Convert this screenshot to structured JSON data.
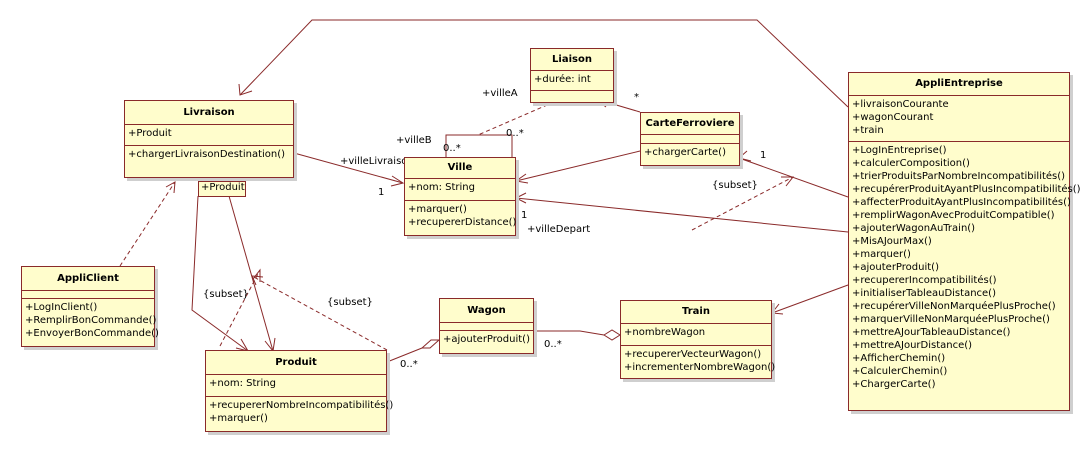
{
  "classes": {
    "livraison": {
      "name": "Livraison",
      "attributes": [
        "+Produit"
      ],
      "operations": [
        "+chargerLivraisonDestination()"
      ]
    },
    "liaison": {
      "name": "Liaison",
      "attributes": [
        "+durée: int"
      ],
      "operations": []
    },
    "carte": {
      "name": "CarteFerroviere",
      "operations": [
        "+chargerCarte()"
      ]
    },
    "ville": {
      "name": "Ville",
      "attributes": [
        "+nom: String"
      ],
      "operations": [
        "+marquer()",
        "+recupererDistance()"
      ]
    },
    "appliclient": {
      "name": "AppliClient",
      "operations": [
        "+LogInClient()",
        "+RemplirBonCommande()",
        "+EnvoyerBonCommande()"
      ]
    },
    "produit": {
      "name": "Produit",
      "attributes": [
        "+nom: String"
      ],
      "operations": [
        "+recupererNombreIncompatibilités()",
        "+marquer()"
      ]
    },
    "wagon": {
      "name": "Wagon",
      "operations": [
        "+ajouterProduit()"
      ]
    },
    "train": {
      "name": "Train",
      "attributes": [
        "+nombreWagon"
      ],
      "operations": [
        "+recupererVecteurWagon()",
        "+incrementerNombreWagon()"
      ]
    },
    "appli": {
      "name": "AppliEntreprise",
      "attributes": [
        "+livraisonCourante",
        "+wagonCourant",
        "+train"
      ],
      "operations": [
        "+LogInEntreprise()",
        "+calculerComposition()",
        "+trierProduitsParNombreIncompatibilités()",
        "+recupérerProduitAyantPlusIncompatibilités()",
        "+affecterProduitAyantPlusIncompatibilités()",
        "+remplirWagonAvecProduitCompatible()",
        "+ajouterWagonAuTrain()",
        "+MisAJourMax()",
        "+marquer()",
        "+ajouterProduit()",
        "+recupererIncompatibilités()",
        "+initialiserTableauDistance()",
        "+recupérerVilleNonMarquéePlusProche()",
        "+marquerVilleNonMarquéePlusProche()",
        "+mettreAJourTableauDistance()",
        "+mettreAJourDistance()",
        "+AfficherChemin()",
        "+CalculerChemin()",
        "+ChargerCarte()"
      ]
    }
  },
  "qualifier": "+Produit",
  "labels": {
    "villeA": "+villeA",
    "villeB": "+villeB",
    "liaison_star": "*",
    "self_mult_a": "0..*",
    "self_mult_b": "0..*",
    "villeLivraison": "+villeLivraison",
    "villeLivraison_mult": "1",
    "carte_mult": "1",
    "subset": "{subset}",
    "villeDepart": "+villeDepart",
    "villeDepart_mult": "1",
    "wagon_mult": "0..*",
    "produit_mult": "0..*"
  }
}
